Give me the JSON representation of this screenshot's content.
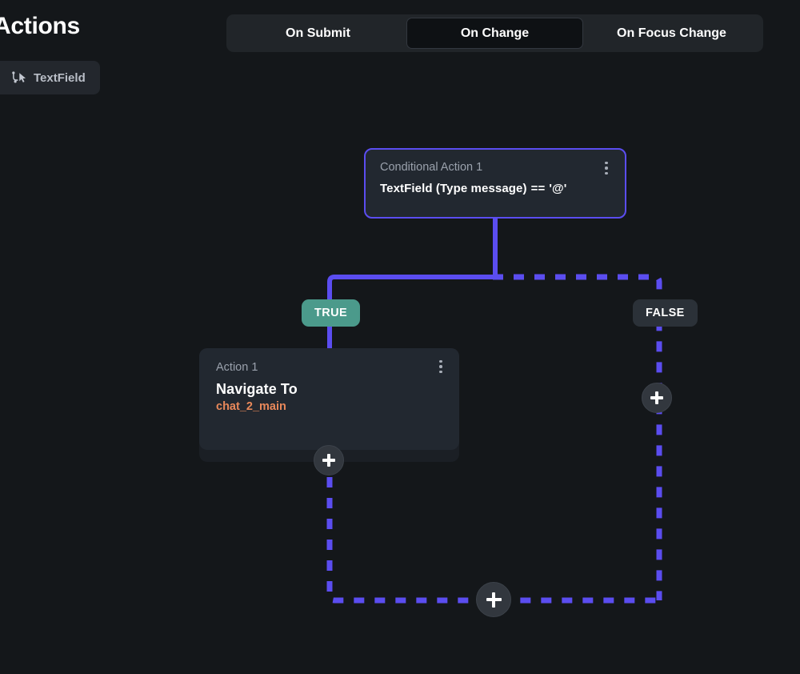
{
  "header": {
    "title": "Actions",
    "entity_chip": {
      "label": "TextField",
      "icon": "widget-node-cursor-icon"
    }
  },
  "tabs": [
    {
      "label": "On Submit",
      "active": false
    },
    {
      "label": "On Change",
      "active": true
    },
    {
      "label": "On Focus Change",
      "active": false
    }
  ],
  "flow": {
    "conditional_node": {
      "title": "Conditional Action 1",
      "operand_left": "TextField (Type message)",
      "operator": "==",
      "operand_right": "'@'",
      "menu_icon": "kebab-menu-icon",
      "selected": true,
      "border_color": "#5b4df0"
    },
    "branches": {
      "true_label": "TRUE",
      "true_color": "#4b9a8b",
      "false_label": "FALSE",
      "false_color": "#2b3138"
    },
    "action_node": {
      "title": "Action 1",
      "action": "Navigate To",
      "parameter": "chat_2_main",
      "parameter_color": "#e8885a",
      "menu_icon": "kebab-menu-icon"
    },
    "add_buttons": {
      "true_branch": "+",
      "false_branch": "+",
      "merge": "+"
    },
    "edge_color": "#5b4df0"
  },
  "theme": {
    "background": "#14171a",
    "node_fill": "#222830",
    "tabbar_fill": "#212529",
    "active_tab_fill": "#0e1114"
  }
}
